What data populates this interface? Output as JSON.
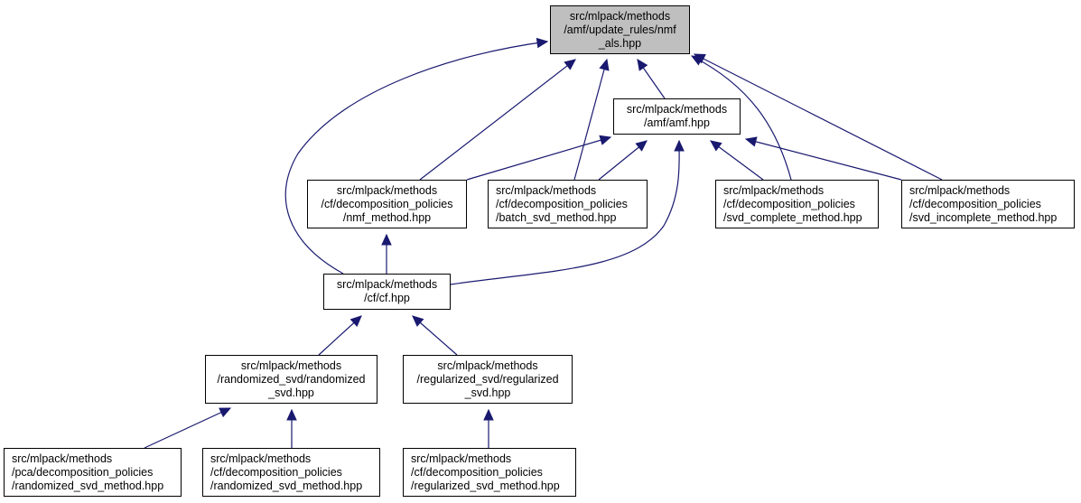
{
  "diagram": {
    "type": "include-dependency-graph",
    "colors": {
      "edge": "#191970",
      "root_fill": "#bfbfbf",
      "node_fill": "#ffffff",
      "border": "#000000"
    },
    "nodes": [
      {
        "id": "nmf_als",
        "root": true,
        "lines": [
          "src/mlpack/methods",
          "/amf/update_rules/nmf",
          "_als.hpp"
        ]
      },
      {
        "id": "amf",
        "lines": [
          "src/mlpack/methods",
          "/amf/amf.hpp"
        ]
      },
      {
        "id": "nmf_method",
        "lines": [
          "src/mlpack/methods",
          "/cf/decomposition_policies",
          "/nmf_method.hpp"
        ]
      },
      {
        "id": "batch_svd",
        "lines": [
          "src/mlpack/methods",
          "/cf/decomposition_policies",
          "/batch_svd_method.hpp"
        ]
      },
      {
        "id": "svd_complete",
        "lines": [
          "src/mlpack/methods",
          "/cf/decomposition_policies",
          "/svd_complete_method.hpp"
        ]
      },
      {
        "id": "svd_incomplete",
        "lines": [
          "src/mlpack/methods",
          "/cf/decomposition_policies",
          "/svd_incomplete_method.hpp"
        ]
      },
      {
        "id": "cf",
        "lines": [
          "src/mlpack/methods",
          "/cf/cf.hpp"
        ]
      },
      {
        "id": "randomized_svd",
        "lines": [
          "src/mlpack/methods",
          "/randomized_svd/randomized",
          "_svd.hpp"
        ]
      },
      {
        "id": "regularized_svd",
        "lines": [
          "src/mlpack/methods",
          "/regularized_svd/regularized",
          "_svd.hpp"
        ]
      },
      {
        "id": "pca_rsvd_method",
        "lines": [
          "src/mlpack/methods",
          "/pca/decomposition_policies",
          "/randomized_svd_method.hpp"
        ]
      },
      {
        "id": "cf_rsvd_method",
        "lines": [
          "src/mlpack/methods",
          "/cf/decomposition_policies",
          "/randomized_svd_method.hpp"
        ]
      },
      {
        "id": "reg_svd_method",
        "lines": [
          "src/mlpack/methods",
          "/cf/decomposition_policies",
          "/regularized_svd_method.hpp"
        ]
      }
    ],
    "edges": [
      {
        "from": "amf",
        "to": "nmf_als"
      },
      {
        "from": "nmf_method",
        "to": "nmf_als"
      },
      {
        "from": "batch_svd",
        "to": "nmf_als"
      },
      {
        "from": "svd_complete",
        "to": "nmf_als"
      },
      {
        "from": "svd_incomplete",
        "to": "nmf_als"
      },
      {
        "from": "cf",
        "to": "nmf_als"
      },
      {
        "from": "nmf_method",
        "to": "amf"
      },
      {
        "from": "batch_svd",
        "to": "amf"
      },
      {
        "from": "svd_complete",
        "to": "amf"
      },
      {
        "from": "svd_incomplete",
        "to": "amf"
      },
      {
        "from": "cf",
        "to": "amf"
      },
      {
        "from": "cf",
        "to": "nmf_method"
      },
      {
        "from": "randomized_svd",
        "to": "cf"
      },
      {
        "from": "regularized_svd",
        "to": "cf"
      },
      {
        "from": "pca_rsvd_method",
        "to": "randomized_svd"
      },
      {
        "from": "cf_rsvd_method",
        "to": "randomized_svd"
      },
      {
        "from": "reg_svd_method",
        "to": "regularized_svd"
      }
    ]
  }
}
